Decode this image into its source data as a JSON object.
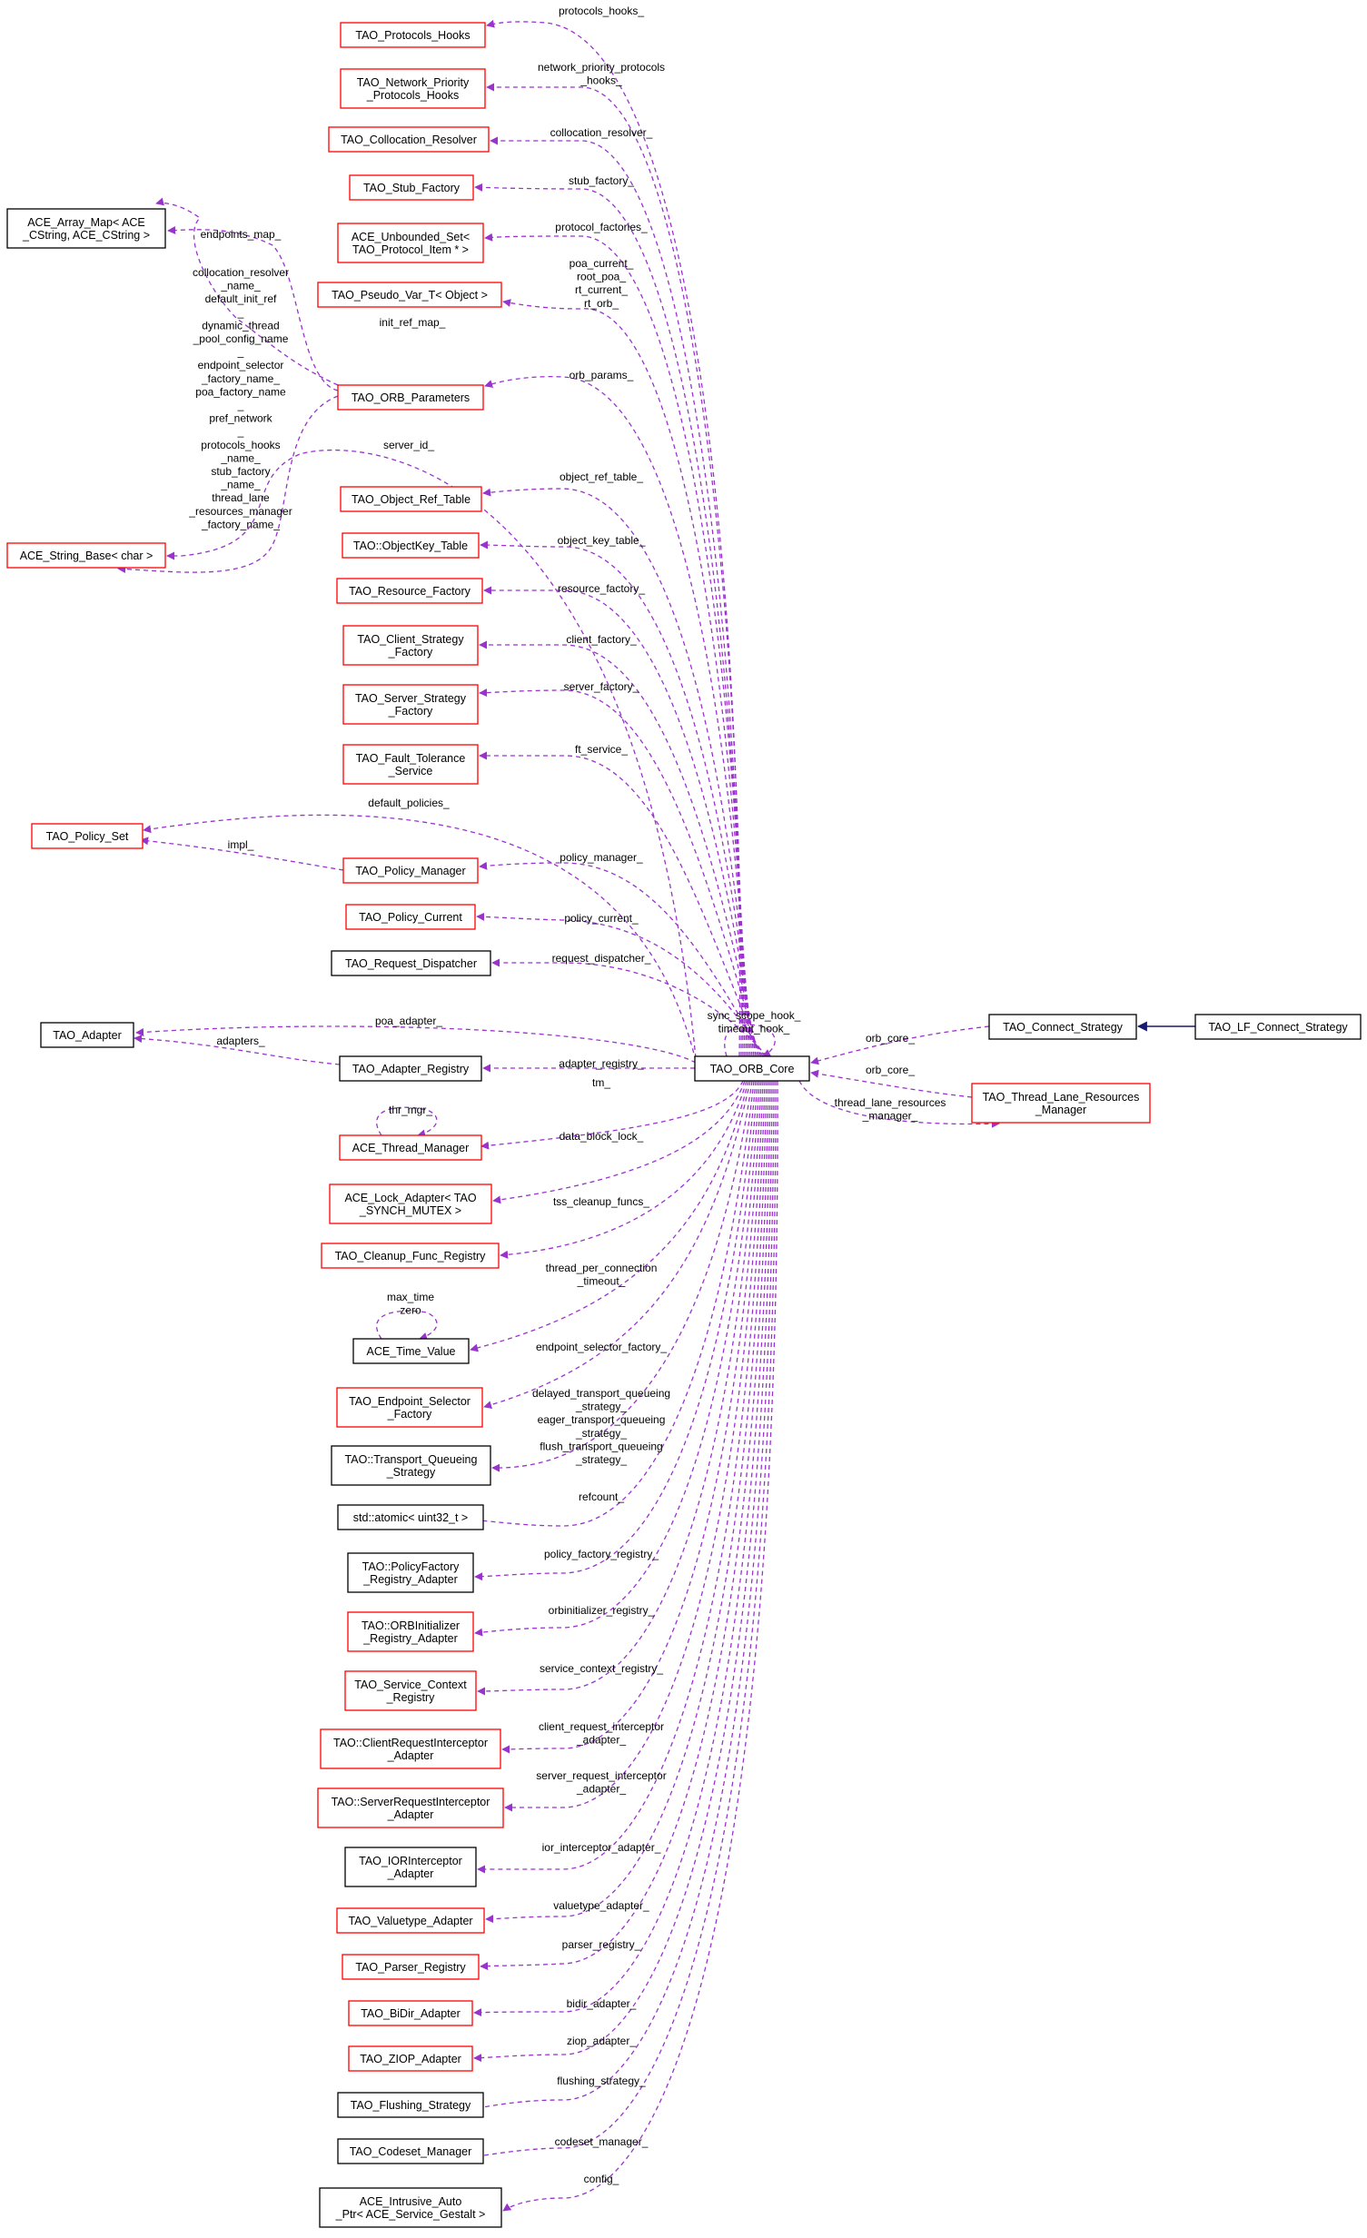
{
  "colors": {
    "red_border": "#ff0000",
    "black_border": "#000000",
    "gray_fill": "#c0c0c0",
    "edge_purple": "#9a32cd",
    "edge_navy": "#191970"
  },
  "nodes": [
    {
      "id": "protocols_hooks",
      "lines": [
        "TAO_Protocols_Hooks"
      ],
      "border": "red"
    },
    {
      "id": "net_prio_hooks",
      "lines": [
        "TAO_Network_Priority",
        "_Protocols_Hooks"
      ],
      "border": "red"
    },
    {
      "id": "collocation_resolver",
      "lines": [
        "TAO_Collocation_Resolver"
      ],
      "border": "red"
    },
    {
      "id": "stub_factory",
      "lines": [
        "TAO_Stub_Factory"
      ],
      "border": "red"
    },
    {
      "id": "unbounded_set",
      "lines": [
        "ACE_Unbounded_Set<",
        "TAO_Protocol_Item * >"
      ],
      "border": "red"
    },
    {
      "id": "pseudo_var",
      "lines": [
        "TAO_Pseudo_Var_T< Object >"
      ],
      "border": "red"
    },
    {
      "id": "array_map",
      "lines": [
        "ACE_Array_Map< ACE",
        "_CString, ACE_CString >"
      ],
      "border": "black"
    },
    {
      "id": "orb_params",
      "lines": [
        "TAO_ORB_Parameters"
      ],
      "border": "red"
    },
    {
      "id": "string_base",
      "lines": [
        "ACE_String_Base< char >"
      ],
      "border": "red"
    },
    {
      "id": "object_ref_table",
      "lines": [
        "TAO_Object_Ref_Table"
      ],
      "border": "red"
    },
    {
      "id": "objectkey_table",
      "lines": [
        "TAO::ObjectKey_Table"
      ],
      "border": "red"
    },
    {
      "id": "resource_factory",
      "lines": [
        "TAO_Resource_Factory"
      ],
      "border": "red"
    },
    {
      "id": "client_strategy",
      "lines": [
        "TAO_Client_Strategy",
        "_Factory"
      ],
      "border": "red"
    },
    {
      "id": "server_strategy",
      "lines": [
        "TAO_Server_Strategy",
        "_Factory"
      ],
      "border": "red"
    },
    {
      "id": "fault_tolerance",
      "lines": [
        "TAO_Fault_Tolerance",
        "_Service"
      ],
      "border": "red"
    },
    {
      "id": "policy_set",
      "lines": [
        "TAO_Policy_Set"
      ],
      "border": "red"
    },
    {
      "id": "policy_manager",
      "lines": [
        "TAO_Policy_Manager"
      ],
      "border": "red"
    },
    {
      "id": "policy_current",
      "lines": [
        "TAO_Policy_Current"
      ],
      "border": "red"
    },
    {
      "id": "request_dispatcher",
      "lines": [
        "TAO_Request_Dispatcher"
      ],
      "border": "black"
    },
    {
      "id": "adapter",
      "lines": [
        "TAO_Adapter"
      ],
      "border": "black"
    },
    {
      "id": "adapter_registry",
      "lines": [
        "TAO_Adapter_Registry"
      ],
      "border": "black"
    },
    {
      "id": "orb_core",
      "lines": [
        "TAO_ORB_Core"
      ],
      "border": "black"
    },
    {
      "id": "connect_strategy",
      "lines": [
        "TAO_Connect_Strategy"
      ],
      "border": "black"
    },
    {
      "id": "lf_connect_strategy",
      "lines": [
        "TAO_LF_Connect_Strategy"
      ],
      "border": "black",
      "fill": "gray"
    },
    {
      "id": "thread_lane",
      "lines": [
        "TAO_Thread_Lane_Resources",
        "_Manager"
      ],
      "border": "red"
    },
    {
      "id": "thread_manager",
      "lines": [
        "ACE_Thread_Manager"
      ],
      "border": "red"
    },
    {
      "id": "lock_adapter",
      "lines": [
        "ACE_Lock_Adapter< TAO",
        "_SYNCH_MUTEX >"
      ],
      "border": "red"
    },
    {
      "id": "cleanup_registry",
      "lines": [
        "TAO_Cleanup_Func_Registry"
      ],
      "border": "red"
    },
    {
      "id": "time_value",
      "lines": [
        "ACE_Time_Value"
      ],
      "border": "black"
    },
    {
      "id": "endpoint_selector",
      "lines": [
        "TAO_Endpoint_Selector",
        "_Factory"
      ],
      "border": "red"
    },
    {
      "id": "transport_queueing",
      "lines": [
        "TAO::Transport_Queueing",
        "_Strategy"
      ],
      "border": "black"
    },
    {
      "id": "atomic",
      "lines": [
        "std::atomic< uint32_t >"
      ],
      "border": "black"
    },
    {
      "id": "policyfactory_registry",
      "lines": [
        "TAO::PolicyFactory",
        "_Registry_Adapter"
      ],
      "border": "black"
    },
    {
      "id": "orbinitializer_registry",
      "lines": [
        "TAO::ORBInitializer",
        "_Registry_Adapter"
      ],
      "border": "red"
    },
    {
      "id": "service_context_registry",
      "lines": [
        "TAO_Service_Context",
        "_Registry"
      ],
      "border": "red"
    },
    {
      "id": "client_interceptor",
      "lines": [
        "TAO::ClientRequestInterceptor",
        "_Adapter"
      ],
      "border": "red"
    },
    {
      "id": "server_interceptor",
      "lines": [
        "TAO::ServerRequestInterceptor",
        "_Adapter"
      ],
      "border": "red"
    },
    {
      "id": "ior_interceptor",
      "lines": [
        "TAO_IORInterceptor",
        "_Adapter"
      ],
      "border": "black"
    },
    {
      "id": "valuetype_adapter",
      "lines": [
        "TAO_Valuetype_Adapter"
      ],
      "border": "red"
    },
    {
      "id": "parser_registry",
      "lines": [
        "TAO_Parser_Registry"
      ],
      "border": "red"
    },
    {
      "id": "bidir_adapter",
      "lines": [
        "TAO_BiDir_Adapter"
      ],
      "border": "red"
    },
    {
      "id": "ziop_adapter",
      "lines": [
        "TAO_ZIOP_Adapter"
      ],
      "border": "red"
    },
    {
      "id": "flushing_strategy",
      "lines": [
        "TAO_Flushing_Strategy"
      ],
      "border": "black"
    },
    {
      "id": "codeset_manager",
      "lines": [
        "TAO_Codeset_Manager"
      ],
      "border": "black"
    },
    {
      "id": "intrusive_auto_ptr",
      "lines": [
        "ACE_Intrusive_Auto",
        "_Ptr< ACE_Service_Gestalt >"
      ],
      "border": "black"
    }
  ],
  "edge_labels": [
    {
      "id": "protocols_hooks",
      "lines": [
        "protocols_hooks_"
      ]
    },
    {
      "id": "net_prio_hooks",
      "lines": [
        "network_priority_protocols",
        "_hooks_"
      ]
    },
    {
      "id": "collocation_resolver",
      "lines": [
        "collocation_resolver_"
      ]
    },
    {
      "id": "stub_factory",
      "lines": [
        "stub_factory_"
      ]
    },
    {
      "id": "unbounded_set",
      "lines": [
        "protocol_factories_"
      ]
    },
    {
      "id": "pseudo_var",
      "lines": [
        "poa_current_",
        "root_poa_",
        "rt_current_",
        "rt_orb_"
      ]
    },
    {
      "id": "init_ref_map",
      "lines": [
        "init_ref_map_"
      ]
    },
    {
      "id": "endpoints_map",
      "lines": [
        "endpoints_map_"
      ]
    },
    {
      "id": "orb_params",
      "lines": [
        "orb_params_"
      ]
    },
    {
      "id": "string_base_names",
      "lines": [
        "collocation_resolver",
        "_name_",
        "default_init_ref",
        "_",
        "dynamic_thread",
        "_pool_config_name",
        "_",
        "endpoint_selector",
        "_factory_name_",
        "poa_factory_name",
        "_",
        "pref_network",
        "_",
        "protocols_hooks",
        "_name_",
        "stub_factory",
        "_name_",
        "thread_lane",
        "_resources_manager",
        "_factory_name_"
      ]
    },
    {
      "id": "server_id",
      "lines": [
        "server_id_"
      ]
    },
    {
      "id": "object_ref_table",
      "lines": [
        "object_ref_table_"
      ]
    },
    {
      "id": "objectkey_table",
      "lines": [
        "object_key_table_"
      ]
    },
    {
      "id": "resource_factory",
      "lines": [
        "resource_factory_"
      ]
    },
    {
      "id": "client_strategy",
      "lines": [
        "client_factory_"
      ]
    },
    {
      "id": "server_strategy",
      "lines": [
        "server_factory_"
      ]
    },
    {
      "id": "fault_tolerance",
      "lines": [
        "ft_service_"
      ]
    },
    {
      "id": "default_policies",
      "lines": [
        "default_policies_"
      ]
    },
    {
      "id": "impl",
      "lines": [
        "impl_"
      ]
    },
    {
      "id": "policy_manager",
      "lines": [
        "policy_manager_"
      ]
    },
    {
      "id": "policy_current",
      "lines": [
        "policy_current_"
      ]
    },
    {
      "id": "request_dispatcher",
      "lines": [
        "request_dispatcher_"
      ]
    },
    {
      "id": "sync_scope",
      "lines": [
        "sync_scope_hook_",
        "timeout_hook_"
      ]
    },
    {
      "id": "poa_adapter",
      "lines": [
        "poa_adapter_"
      ]
    },
    {
      "id": "adapters",
      "lines": [
        "adapters_"
      ]
    },
    {
      "id": "adapter_registry",
      "lines": [
        "adapter_registry_"
      ]
    },
    {
      "id": "orb_core_conn",
      "lines": [
        "orb_core_"
      ]
    },
    {
      "id": "orb_core_lane",
      "lines": [
        "orb_core_"
      ]
    },
    {
      "id": "thread_lane",
      "lines": [
        "thread_lane_resources",
        "_manager_"
      ]
    },
    {
      "id": "thr_mgr",
      "lines": [
        "thr_mgr_"
      ]
    },
    {
      "id": "tm",
      "lines": [
        "tm_"
      ]
    },
    {
      "id": "lock_adapter",
      "lines": [
        "data_block_lock_"
      ]
    },
    {
      "id": "cleanup_registry",
      "lines": [
        "tss_cleanup_funcs_"
      ]
    },
    {
      "id": "time_value",
      "lines": [
        "thread_per_connection",
        "_timeout_"
      ]
    },
    {
      "id": "max_time",
      "lines": [
        "max_time",
        "zero"
      ]
    },
    {
      "id": "endpoint_selector",
      "lines": [
        "endpoint_selector_factory_"
      ]
    },
    {
      "id": "transport_queueing",
      "lines": [
        "delayed_transport_queueing",
        "_strategy_",
        "eager_transport_queueing",
        "_strategy_",
        "flush_transport_queueing",
        "_strategy_"
      ]
    },
    {
      "id": "atomic",
      "lines": [
        "refcount_"
      ]
    },
    {
      "id": "policyfactory_registry",
      "lines": [
        "policy_factory_registry_"
      ]
    },
    {
      "id": "orbinitializer_registry",
      "lines": [
        "orbinitializer_registry_"
      ]
    },
    {
      "id": "service_context_registry",
      "lines": [
        "service_context_registry_"
      ]
    },
    {
      "id": "client_interceptor",
      "lines": [
        "client_request_interceptor",
        "_adapter_"
      ]
    },
    {
      "id": "server_interceptor",
      "lines": [
        "server_request_interceptor",
        "_adapter_"
      ]
    },
    {
      "id": "ior_interceptor",
      "lines": [
        "ior_interceptor_adapter_"
      ]
    },
    {
      "id": "valuetype_adapter",
      "lines": [
        "valuetype_adapter_"
      ]
    },
    {
      "id": "parser_registry",
      "lines": [
        "parser_registry_"
      ]
    },
    {
      "id": "bidir_adapter",
      "lines": [
        "bidir_adapter_"
      ]
    },
    {
      "id": "ziop_adapter",
      "lines": [
        "ziop_adapter_"
      ]
    },
    {
      "id": "flushing_strategy",
      "lines": [
        "flushing_strategy_"
      ]
    },
    {
      "id": "codeset_manager",
      "lines": [
        "codeset_manager_"
      ]
    },
    {
      "id": "intrusive_auto_ptr",
      "lines": [
        "config_"
      ]
    }
  ]
}
